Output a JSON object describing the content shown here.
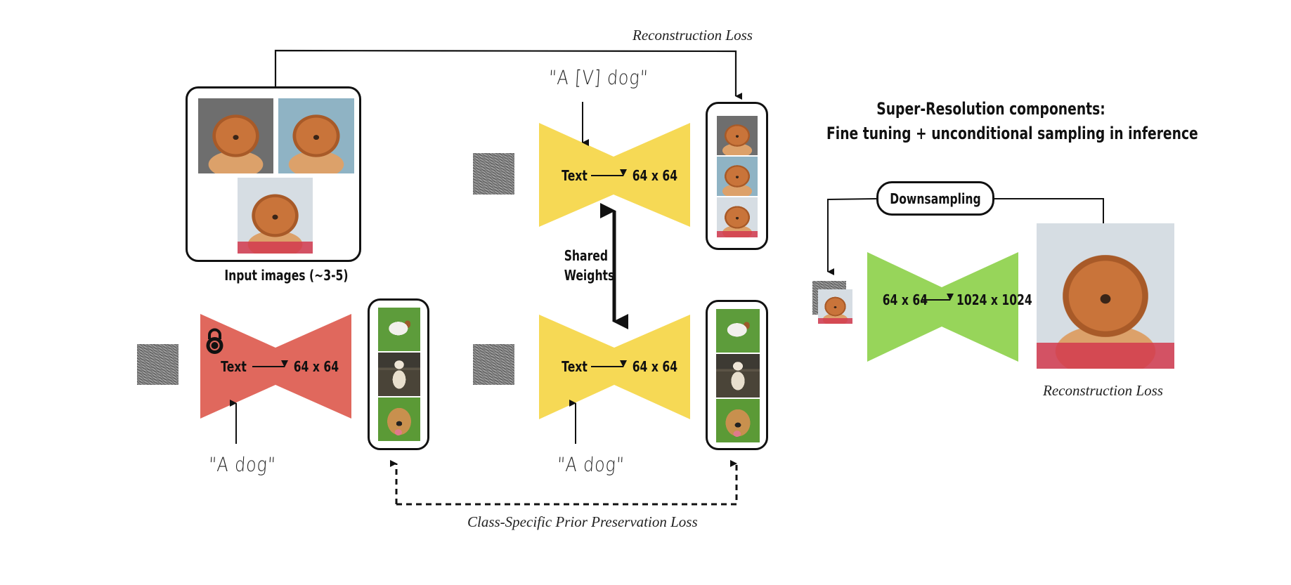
{
  "top_loss_label": "Reconstruction Loss",
  "input_images": {
    "caption": "Input images (~3-5)",
    "photos": [
      "chow-chow-forest-photo",
      "chow-chow-car-window-photo",
      "chow-chow-porch-photo"
    ]
  },
  "subject_prompt": "\"A [V] dog\"",
  "class_prompt_left": "\"A dog\"",
  "class_prompt_right": "\"A dog\"",
  "model_blocks": {
    "frozen": {
      "input_label": "Text",
      "output_label": "64 x 64",
      "icon": "lock-icon",
      "color": "#E0685D"
    },
    "finetune_subject": {
      "input_label": "Text",
      "output_label": "64 x 64",
      "color": "#F6D955"
    },
    "finetune_class": {
      "input_label": "Text",
      "output_label": "64 x 64",
      "color": "#F6D955"
    },
    "super_resolution": {
      "input_label": "64 x 64",
      "output_label": "1024 x 1024",
      "color": "#97D55A"
    }
  },
  "shared_weights_label": [
    "Shared",
    "Weights"
  ],
  "prior_loss_label": "Class-Specific Prior Preservation Loss",
  "super_resolution": {
    "title_line1": "Super-Resolution components:",
    "title_line2": "Fine tuning + unconditional sampling in inference",
    "downsampling_label": "Downsampling",
    "loss_label": "Reconstruction Loss"
  }
}
